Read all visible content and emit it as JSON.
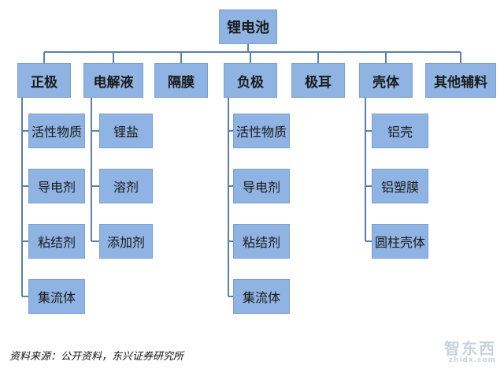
{
  "root": "锂电池",
  "categories": [
    {
      "label": "正极",
      "children": [
        "活性物质",
        "导电剂",
        "粘结剂",
        "集流体"
      ]
    },
    {
      "label": "电解液",
      "children": [
        "锂盐",
        "溶剂",
        "添加剂"
      ]
    },
    {
      "label": "隔膜",
      "children": []
    },
    {
      "label": "负极",
      "children": [
        "活性物质",
        "导电剂",
        "粘结剂",
        "集流体"
      ]
    },
    {
      "label": "极耳",
      "children": []
    },
    {
      "label": "壳体",
      "children": [
        "铝壳",
        "铝塑膜",
        "圆柱壳体"
      ]
    },
    {
      "label": "其他辅料",
      "children": []
    }
  ],
  "source": "资料来源：公开资料，东兴证券研究所",
  "watermark": {
    "main": "智东西",
    "url": "zhidx.com"
  },
  "colors": {
    "box_fill": "#8fb4e3",
    "box_border": "#7aa0d0",
    "line": "#5b7fae"
  }
}
